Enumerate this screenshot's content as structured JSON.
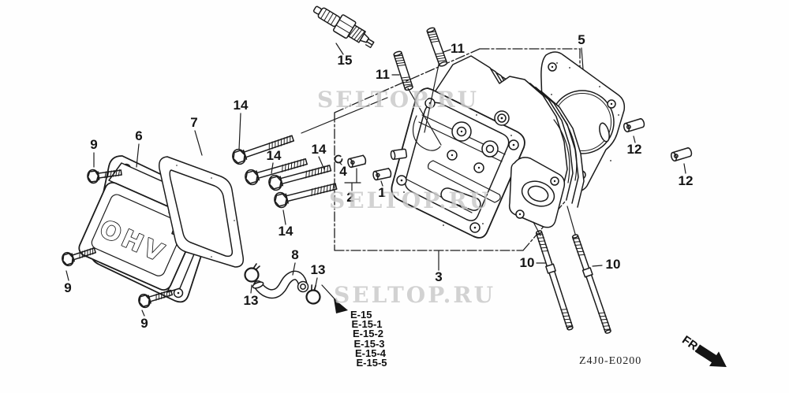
{
  "watermark": {
    "text": "SELTOP.RU"
  },
  "reference_list": {
    "items": [
      "E-15",
      "E-15-1",
      "E-15-2",
      "E-15-3",
      "E-15-4",
      "E-15-5"
    ]
  },
  "footer": {
    "diagram_code": "Z4J0-E0200",
    "direction_label": "FR."
  },
  "drawing": {
    "valve_cover_text": "OHV",
    "line_color": "#1b1b1b",
    "paper_color": "#fefefe"
  },
  "callouts": [
    {
      "part": "spark-plug",
      "label": "15"
    },
    {
      "part": "stud-8mm-left",
      "label": "11"
    },
    {
      "part": "stud-8mm-right",
      "label": "11"
    },
    {
      "part": "gasket-cylinder-head",
      "label": "5"
    },
    {
      "part": "bolt-flange-a",
      "label": "14"
    },
    {
      "part": "bolt-flange-b",
      "label": "14"
    },
    {
      "part": "bolt-flange-c",
      "label": "14"
    },
    {
      "part": "bolt-flange-d",
      "label": "14"
    },
    {
      "part": "bolt-cover-a",
      "label": "9"
    },
    {
      "part": "bolt-cover-b",
      "label": "9"
    },
    {
      "part": "bolt-cover-c",
      "label": "9"
    },
    {
      "part": "head-cover",
      "label": "6"
    },
    {
      "part": "gasket-head-cover",
      "label": "7"
    },
    {
      "part": "washer-clip",
      "label": "4"
    },
    {
      "part": "pivot-pin",
      "label": "2"
    },
    {
      "part": "sealing-cap",
      "label": "1"
    },
    {
      "part": "cylinder-head",
      "label": "3"
    },
    {
      "part": "dowel-pin-a",
      "label": "12"
    },
    {
      "part": "dowel-pin-b",
      "label": "12"
    },
    {
      "part": "stud-long-a",
      "label": "10"
    },
    {
      "part": "stud-long-b",
      "label": "10"
    },
    {
      "part": "breather-tube",
      "label": "8"
    },
    {
      "part": "tube-clamp-a",
      "label": "13"
    },
    {
      "part": "tube-clamp-b",
      "label": "13"
    }
  ]
}
